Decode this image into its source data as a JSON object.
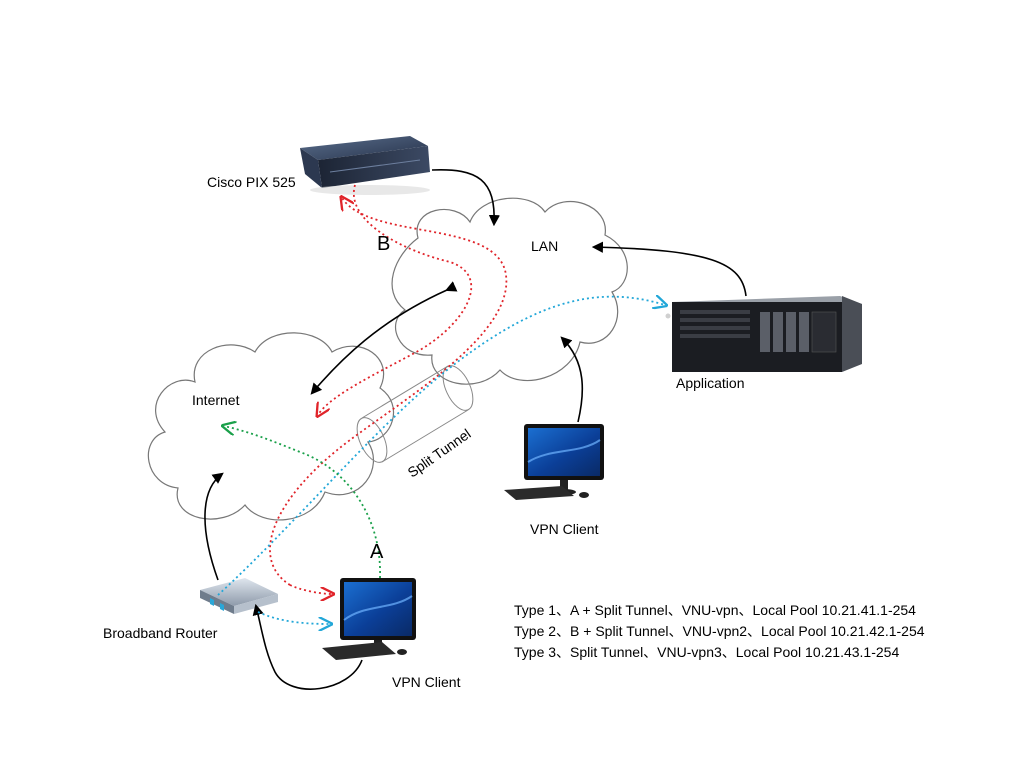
{
  "labels": {
    "pix": "Cisco PIX 525",
    "lan": "LAN",
    "internet": "Internet",
    "application": "Application",
    "vpn_client_center": "VPN Client",
    "vpn_client_bottom": "VPN Client",
    "router": "Broadband Router",
    "split_tunnel": "Split Tunnel",
    "path_a": "A",
    "path_b": "B"
  },
  "legend": [
    "Type 1、A + Split Tunnel、VNU-vpn、Local Pool 10.21.41.1-254",
    "Type 2、B + Split Tunnel、VNU-vpn2、Local Pool 10.21.42.1-254",
    "Type 3、Split Tunnel、VNU-vpn3、Local Pool 10.21.43.1-254"
  ],
  "colors": {
    "path_a": "#1aa04a",
    "path_b": "#e0242a",
    "split_tunnel": "#22a7d8",
    "connection": "#000000"
  }
}
